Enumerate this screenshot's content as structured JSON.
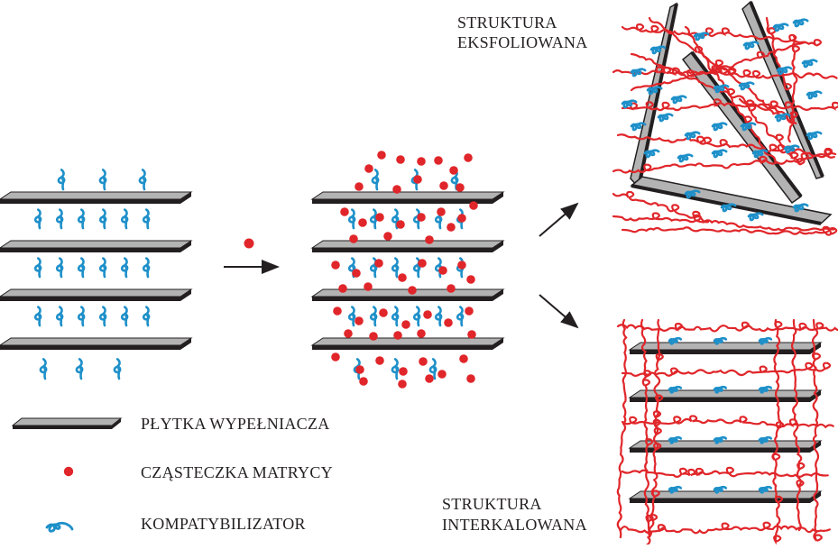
{
  "labels": {
    "exfoliated_line1": "STRUKTURA",
    "exfoliated_line2": "EKSFOLIOWANA",
    "intercalated_line1": "STRUKTURA",
    "intercalated_line2": "INTERKALOWANA"
  },
  "legend": {
    "platelet": "PŁYTKA WYPEŁNIACZA",
    "matrix_particle": "CZĄSTECZKA MATRYCY",
    "compatibilizer": "KOMPATYBILIZATOR"
  },
  "colors": {
    "plate_fill": "#b3b3b3",
    "plate_edge": "#231f20",
    "compatibilizer": "#1e90c9",
    "matrix": "#e0262a",
    "text": "#231f20"
  }
}
